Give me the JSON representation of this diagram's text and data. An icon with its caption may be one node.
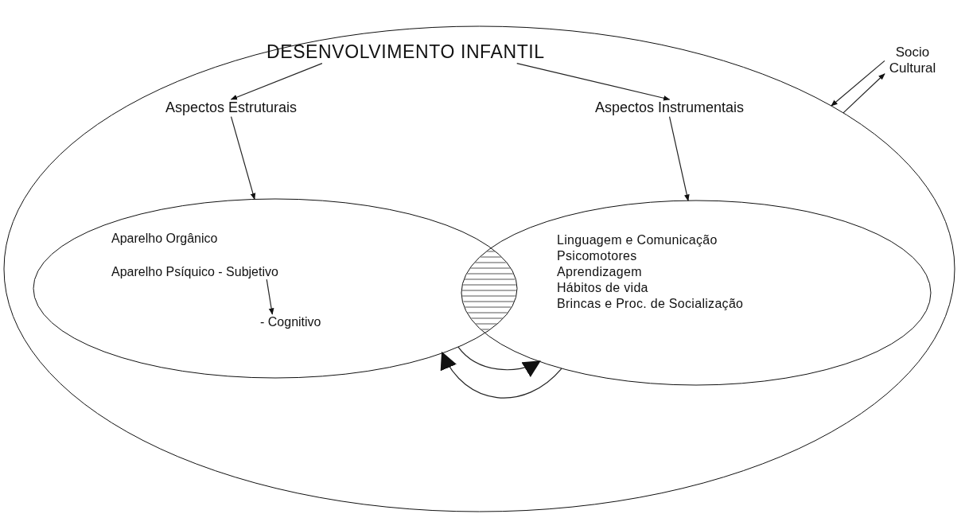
{
  "diagram": {
    "nodes": [
      {
        "text": [],
        "shape": "ellipse"
      },
      {
        "text": [
          "Socio Cultural"
        ]
      },
      {
        "text": [
          "DESENVOLVIMENTO INFANTIL"
        ],
        "in": 0
      },
      {
        "text": [
          "Aspectos Estruturais"
        ],
        "in": 0
      },
      {
        "text": [
          "Aspectos Instrumentais"
        ],
        "in": 0
      },
      {
        "text": [],
        "shape": "ellipse",
        "in": 0
      },
      {
        "text": [
          "Aparelho Orgânico"
        ],
        "in": 5
      },
      {
        "text": [
          "Aparelho Psíquico - Subjetivo"
        ],
        "in": 5
      },
      {
        "text": [
          "- Cognitivo"
        ],
        "in": 5
      },
      {
        "text": [
          "Linguagem e Comunicação",
          "Psicomotores",
          "Aprendizagem",
          "Hábitos de vida",
          "Brincas e Proc. de Socialização"
        ],
        "in": 0
      }
    ],
    "edges": [
      {
        "from": 2,
        "to": 3,
        "arrow": "to"
      },
      {
        "from": 2,
        "to": 4,
        "arrow": "to"
      },
      {
        "from": 3,
        "to": 5,
        "arrow": "to"
      },
      {
        "from": 4,
        "to": 9,
        "arrow": "to"
      },
      {
        "from": 7,
        "to": 8,
        "arrow": "to"
      },
      {
        "from": 5,
        "to": 9,
        "arrow": "to"
      },
      {
        "from": 9,
        "to": 5,
        "arrow": "to"
      },
      {
        "from": 1,
        "to": 0,
        "arrow": "to"
      },
      {
        "from": 0,
        "to": 1,
        "arrow": "to"
      }
    ]
  }
}
